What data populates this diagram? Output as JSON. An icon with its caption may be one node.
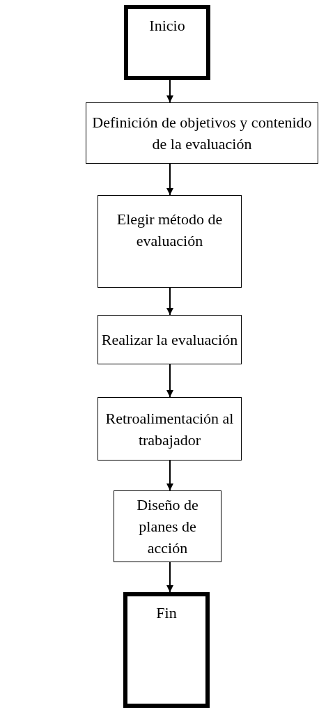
{
  "diagram": {
    "nodes": [
      {
        "text": [
          "Inicio"
        ]
      },
      {
        "text": [
          "Definición de objetivos y contenido de la evaluación"
        ]
      },
      {
        "text": [
          "Elegir método de evaluación"
        ]
      },
      {
        "text": [
          "Realizar la evaluación"
        ]
      },
      {
        "text": [
          "Retroalimentación al trabajador"
        ]
      },
      {
        "text": [
          "Diseño de planes de acción"
        ]
      },
      {
        "text": [
          "Fin"
        ]
      }
    ],
    "edges": [
      {
        "from": 0,
        "to": 1,
        "arrow": "to"
      },
      {
        "from": 1,
        "to": 2,
        "arrow": "to"
      },
      {
        "from": 2,
        "to": 3,
        "arrow": "to"
      },
      {
        "from": 3,
        "to": 4,
        "arrow": "to"
      },
      {
        "from": 4,
        "to": 5,
        "arrow": "to"
      },
      {
        "from": 5,
        "to": 6,
        "arrow": "to"
      }
    ]
  }
}
